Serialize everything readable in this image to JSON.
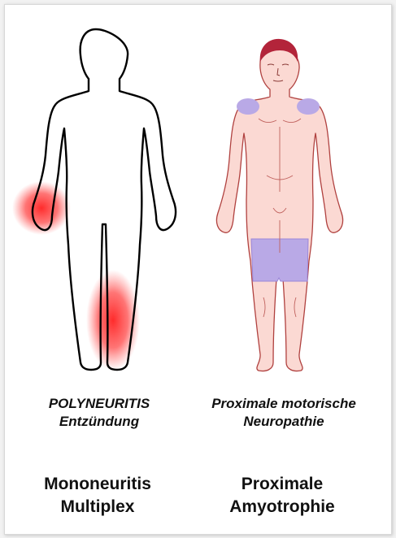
{
  "panels": [
    {
      "caption_line1": "POLYNEURITIS",
      "caption_line2": "Entzündung",
      "title_line1": "Mononeuritis",
      "title_line2": "Multiplex",
      "highlight_color": "#ff2a2a"
    },
    {
      "caption_line1": "Proximale motorische",
      "caption_line2": "Neuropathie",
      "title_line1": "Proximale",
      "title_line2": "Amyotrophie",
      "skin_color": "#fbd9d3",
      "hair_color": "#b3243a",
      "highlight_color": "#b9a9e6"
    }
  ]
}
